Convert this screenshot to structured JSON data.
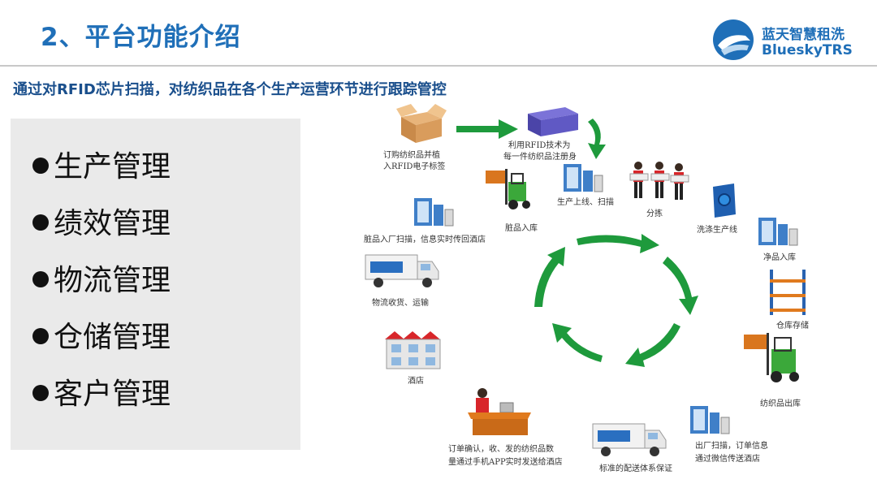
{
  "title": "2、平台功能介绍",
  "logo": {
    "cn": "蓝天智慧租洗",
    "en": "BlueskyTRS"
  },
  "subtitle": "通过对RFID芯片扫描，对纺织品在各个生产运营环节进行跟踪管控",
  "features": [
    "生产管理",
    "绩效管理",
    "物流管理",
    "仓储管理",
    "客户管理"
  ],
  "diagram": {
    "labels": {
      "purchase_line1": "订购纺织品并植",
      "purchase_line2": "入RFID电子标签",
      "register_line1": "利用RFID技术为",
      "register_line2": "每一件纺织品注册身",
      "production": "生产上线、扫描",
      "sorting": "分拣",
      "dirty_in": "脏品入库",
      "dirty_scan": "脏品入厂扫描，信息实时传回酒店",
      "wash": "洗涤生产线",
      "clean_in": "净品入库",
      "logistics": "物流收货、运输",
      "warehouse": "仓库存储",
      "hotel": "酒店",
      "textile_out": "纺织品出库",
      "order_line1": "订单确认，收、发的纺织品数",
      "order_line2": "量通过手机APP实时发送给酒店",
      "delivery": "标准的配送体系保证",
      "exit_line1": "出厂扫描，订单信息",
      "exit_line2": "通过微信传送酒店"
    }
  }
}
